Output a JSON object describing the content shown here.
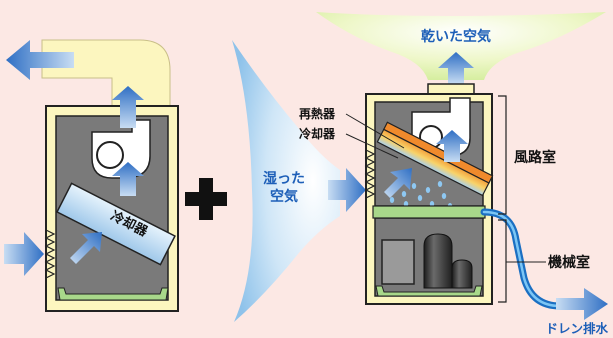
{
  "labels": {
    "dry_air": "乾いた空気",
    "humid_air_line1": "湿った",
    "humid_air_line2": "空気",
    "cooler_left": "冷却器",
    "reheater": "再熱器",
    "cooler_right": "冷却器",
    "air_duct_room": "風路室",
    "machine_room": "機械室",
    "drain": "ドレン排水"
  },
  "colors": {
    "background": "#fce8e4",
    "cabinet": "#fcf6bf",
    "interior": "#7a7a7a",
    "arrow_blue": "#2f6fc4",
    "drain_pipe": "#2a86d6",
    "green_tray": "#a8d88a"
  }
}
